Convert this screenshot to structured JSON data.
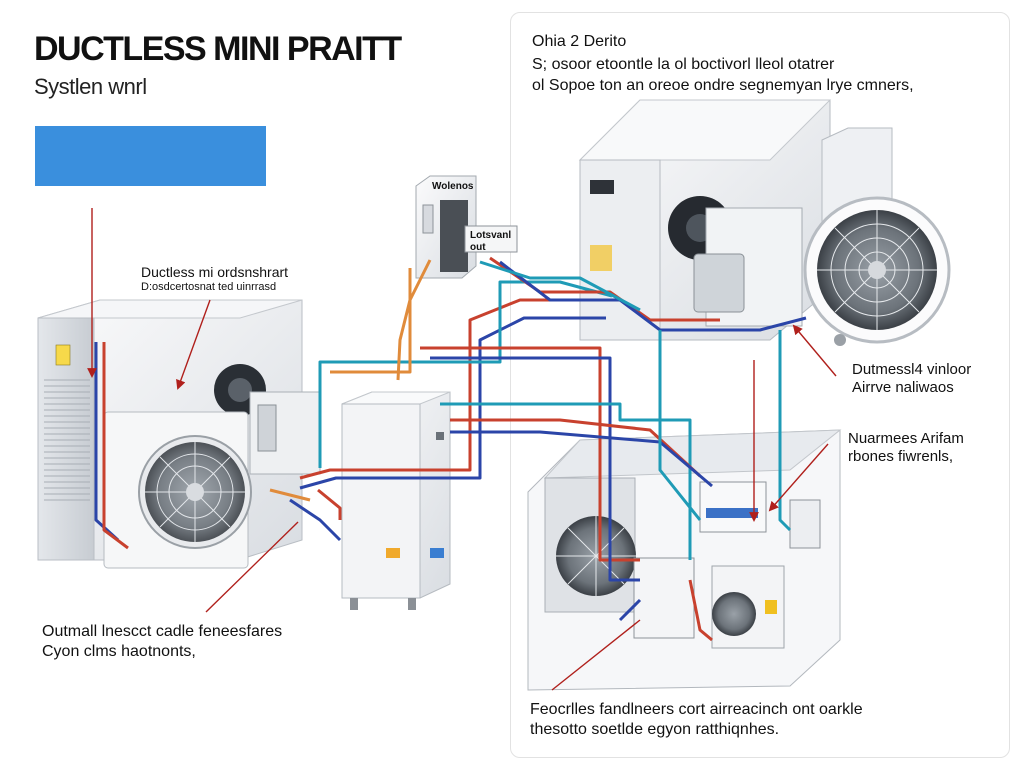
{
  "title": "DUCTLESS MINI PRAITT",
  "subtitle": "Systlen wnrl",
  "colors": {
    "accent_blue": "#3a8fdd",
    "refrigerant_red": "#c8412e",
    "refrigerant_blue": "#2b45a8",
    "refrigerant_teal": "#1f9bb6",
    "wire_orange": "#e08b3b",
    "unit_white": "#f2f3f5",
    "leader_red": "#b0201c"
  },
  "info": {
    "title": "Ohia 2 Derito",
    "line1": "S; osoor etoontle la ol boctivorl lleol otatrer",
    "line2": "ol Sopoe ton an oreoe ondre segnemyan lrye cmners,"
  },
  "labels": {
    "switch_box": "Wolenos",
    "junction": "Lotsvanl\nout",
    "unit_name": "Ductless mi ordsnshrart",
    "unit_sub": "D:osdcertosnat ted uinrrasd",
    "outdoor_right": "Dutmessl4 vinloor\nAirrve naliwaos",
    "outdoor_note": "Nuarmees Arifam\nrbones fiwrenls,",
    "left_note": "Outmall lnescct cadle feneesfares\nCyon clms haotnonts,",
    "bottom_note": "Feocrlles fandlneers cort airreacinch ont oarkle\nthesotto soetlde egyon ratthiqnhes."
  }
}
